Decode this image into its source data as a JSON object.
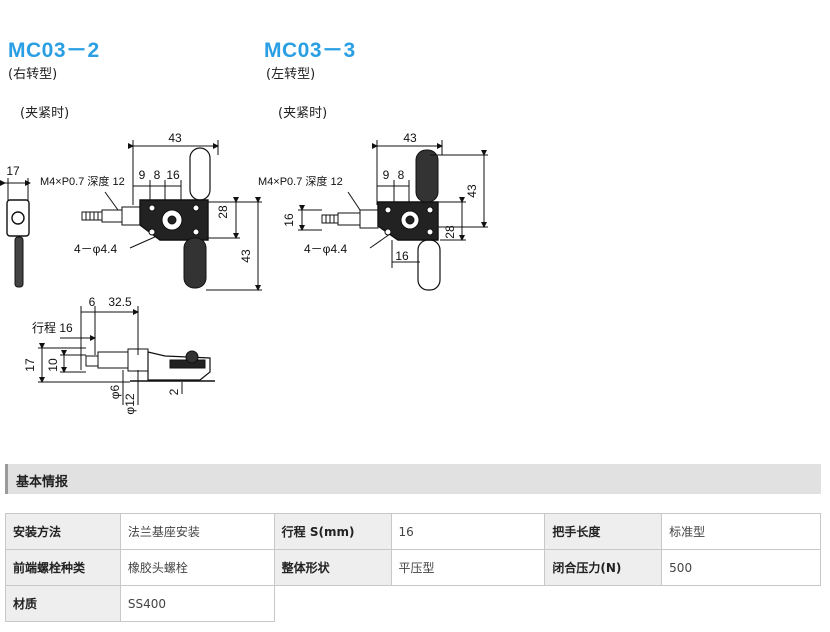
{
  "left_product": {
    "title": "MC03－2",
    "rotation": "(右转型)",
    "state": "(夹紧时)",
    "dims": {
      "overall": "43",
      "width": "17",
      "thread": "M4×P0.7 深度 12",
      "d9": "9",
      "d8": "8",
      "d16": "16",
      "d28": "28",
      "d43v": "43",
      "holes": "4－φ4.4",
      "stroke": "行程 16",
      "d6": "6",
      "d325": "32.5",
      "d17": "17",
      "d10": "10",
      "phi6": "φ6",
      "phi12": "φ12",
      "d2": "2"
    }
  },
  "right_product": {
    "title": "MC03－3",
    "rotation": "(左转型)",
    "state": "(夹紧时)",
    "dims": {
      "overall": "43",
      "thread": "M4×P0.7 深度 12",
      "d9": "9",
      "d8": "8",
      "d16v": "16",
      "d43v": "43",
      "d28": "28",
      "holes": "4－φ4.4",
      "d16": "16"
    }
  },
  "section": {
    "title": "基本情报"
  },
  "specs": [
    [
      {
        "k": "安装方法",
        "v": "法兰基座安装"
      },
      {
        "k": "行程 S(mm)",
        "v": "16"
      },
      {
        "k": "把手长度",
        "v": "标准型"
      }
    ],
    [
      {
        "k": "前端螺栓种类",
        "v": "橡胶头螺栓"
      },
      {
        "k": "整体形状",
        "v": "平压型"
      },
      {
        "k": "闭合压力(N)",
        "v": "500"
      }
    ],
    [
      {
        "k": "材质",
        "v": "SS400"
      }
    ]
  ]
}
